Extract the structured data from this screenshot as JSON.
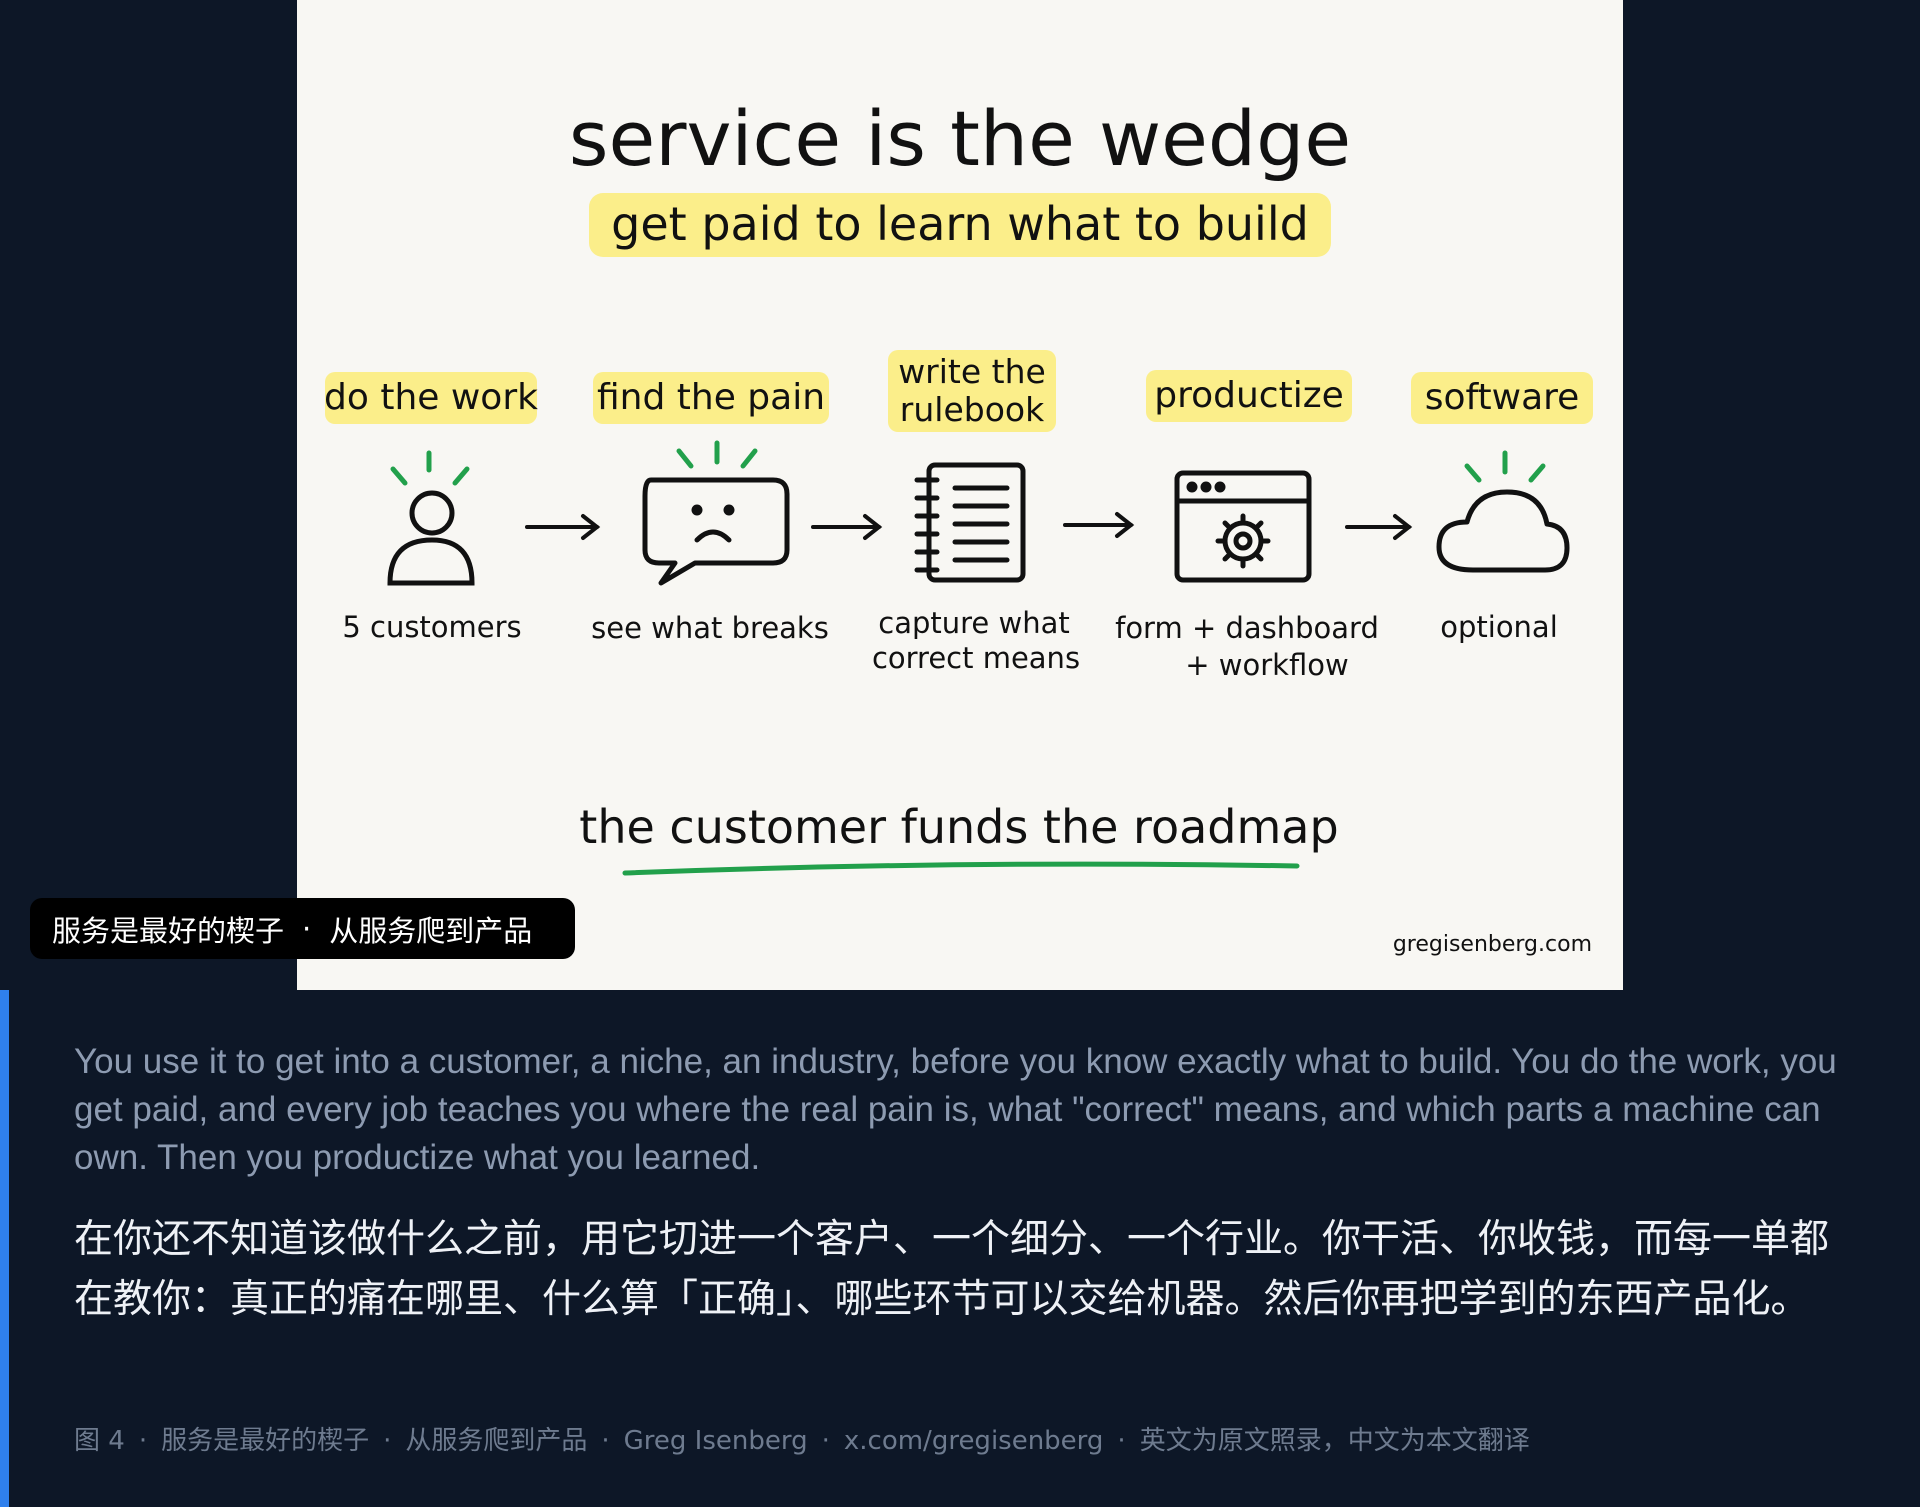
{
  "figure": {
    "title": "service is the wedge",
    "subtitle": "get paid to learn what to build",
    "steps": [
      {
        "label": "do the work",
        "caption": "5 customers",
        "icon": "person-icon"
      },
      {
        "label": "find the pain",
        "caption": "see what breaks",
        "icon": "sad-speech-bubble-icon"
      },
      {
        "label_line1": "write the",
        "label_line2": "rulebook",
        "caption_line1": "capture what",
        "caption_line2": "correct means",
        "icon": "notebook-icon"
      },
      {
        "label": "productize",
        "caption_line1": "form + dashboard",
        "caption_line2": "+ workflow",
        "icon": "browser-gear-icon"
      },
      {
        "label": "software",
        "caption": "optional",
        "icon": "cloud-icon"
      }
    ],
    "tagline": "the customer funds the roadmap",
    "watermark": "gregisenberg.com",
    "colors": {
      "highlight": "#fbee8a",
      "accent_green": "#22a04b",
      "ink": "#111111"
    }
  },
  "caption_badge": {
    "part1": "服务是最好的楔子",
    "separator": "·",
    "part2": "从服务爬到产品"
  },
  "body": {
    "english": "You use it to get into a customer, a niche, an industry, before you know exactly what to build. You do the work, you get paid, and every job teaches you where the real pain is, what \"correct\" means, and which parts a machine can own. Then you productize what you learned.",
    "chinese": "在你还不知道该做什么之前，用它切进一个客户、一个细分、一个行业。你干活、你收钱，而每一单都在教你：真正的痛在哪里、什么算「正确」、哪些环节可以交给机器。然后你再把学到的东西产品化。"
  },
  "footer": {
    "figure_no": "图 4",
    "title1": "服务是最好的楔子",
    "title2": "从服务爬到产品",
    "author": "Greg Isenberg",
    "handle": "x.com/gregisenberg",
    "note": "英文为原文照录，中文为本文翻译",
    "separator": "·"
  }
}
